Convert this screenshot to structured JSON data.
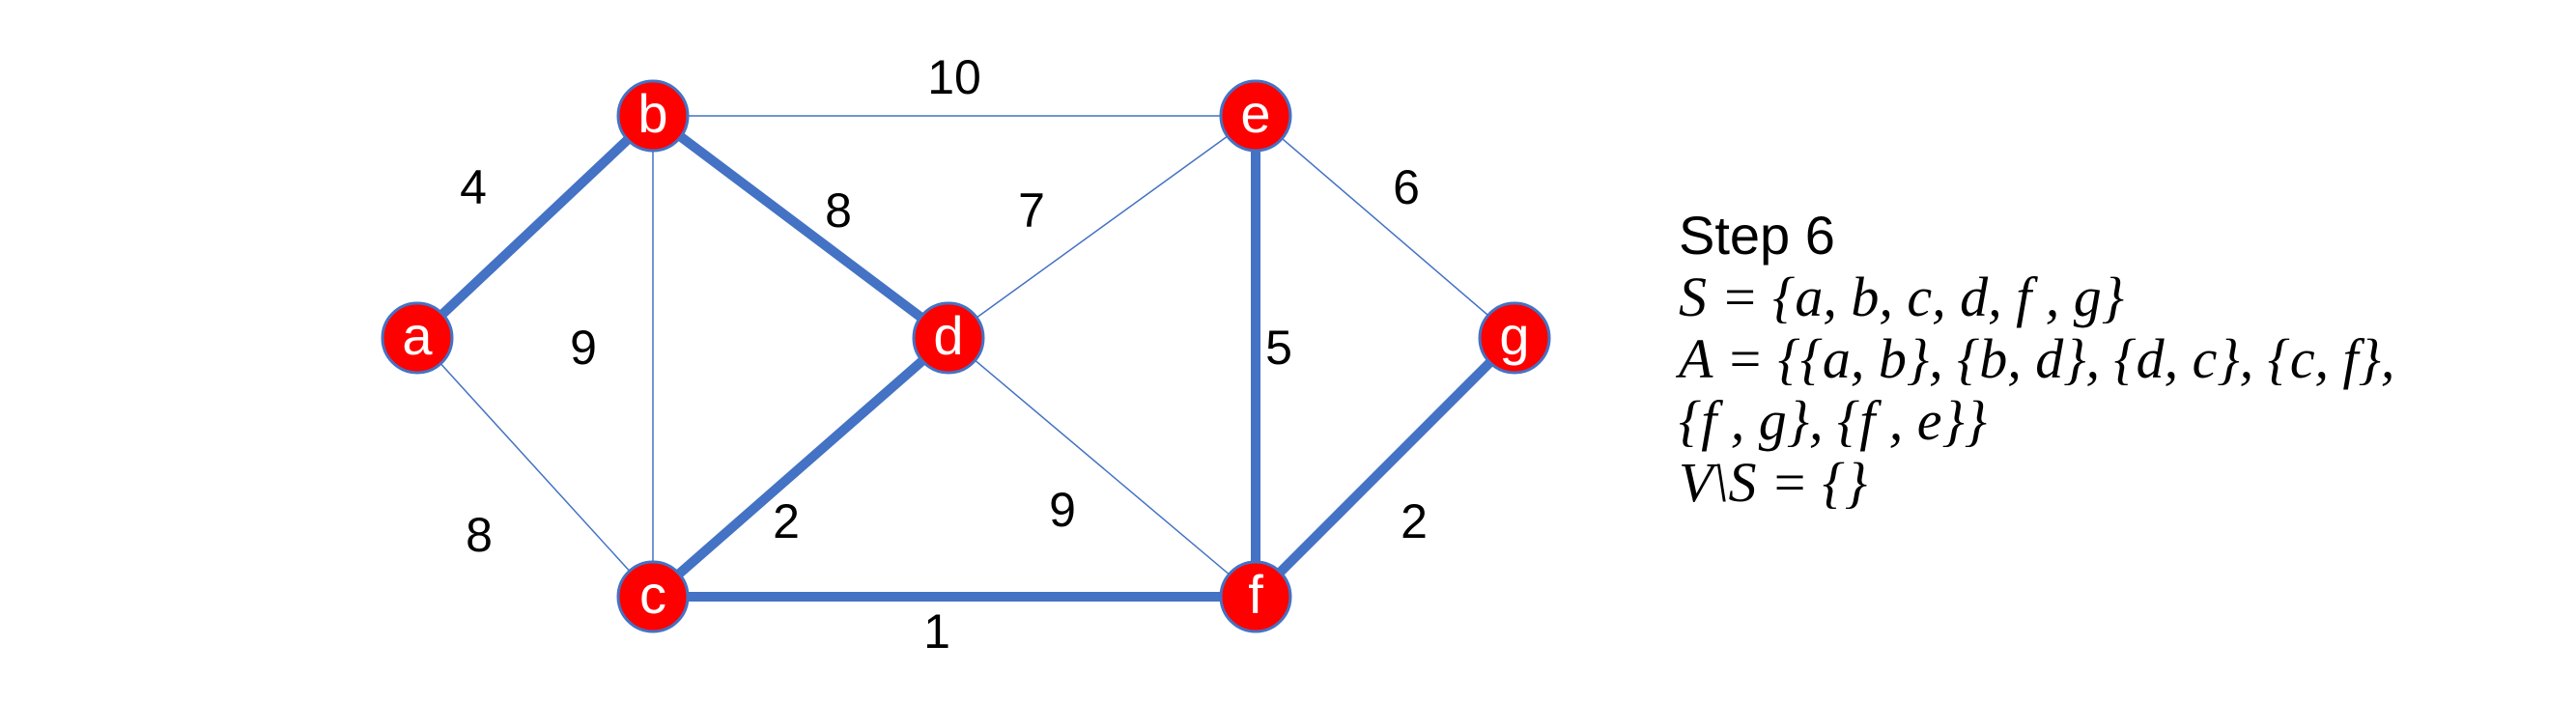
{
  "nodes": [
    {
      "id": "a",
      "label": "a"
    },
    {
      "id": "b",
      "label": "b"
    },
    {
      "id": "c",
      "label": "c"
    },
    {
      "id": "d",
      "label": "d"
    },
    {
      "id": "e",
      "label": "e"
    },
    {
      "id": "f",
      "label": "f"
    },
    {
      "id": "g",
      "label": "g"
    }
  ],
  "edges": [
    {
      "from": "a",
      "to": "b",
      "weight": "4",
      "selected": true
    },
    {
      "from": "a",
      "to": "c",
      "weight": "8",
      "selected": false
    },
    {
      "from": "b",
      "to": "c",
      "weight": "9",
      "selected": false
    },
    {
      "from": "b",
      "to": "d",
      "weight": "8",
      "selected": true
    },
    {
      "from": "b",
      "to": "e",
      "weight": "10",
      "selected": false
    },
    {
      "from": "d",
      "to": "e",
      "weight": "7",
      "selected": false
    },
    {
      "from": "d",
      "to": "c",
      "weight": "2",
      "selected": true
    },
    {
      "from": "d",
      "to": "f",
      "weight": "9",
      "selected": false
    },
    {
      "from": "c",
      "to": "f",
      "weight": "1",
      "selected": true
    },
    {
      "from": "e",
      "to": "f",
      "weight": "5",
      "selected": true
    },
    {
      "from": "e",
      "to": "g",
      "weight": "6",
      "selected": false
    },
    {
      "from": "f",
      "to": "g",
      "weight": "2",
      "selected": true
    }
  ],
  "colors": {
    "node_fill": "#ff0000",
    "node_stroke": "#4472c4",
    "edge": "#4472c4"
  },
  "panel": {
    "step": "Step 6",
    "s_line": "S  =  {a, b, c, d, f , g}",
    "a_line1": "A = {{a, b}, {b, d}, {d, c}, {c, f},",
    "a_line2": "{f , g}, {f , e}}",
    "v_line": "V\\S = {}"
  }
}
